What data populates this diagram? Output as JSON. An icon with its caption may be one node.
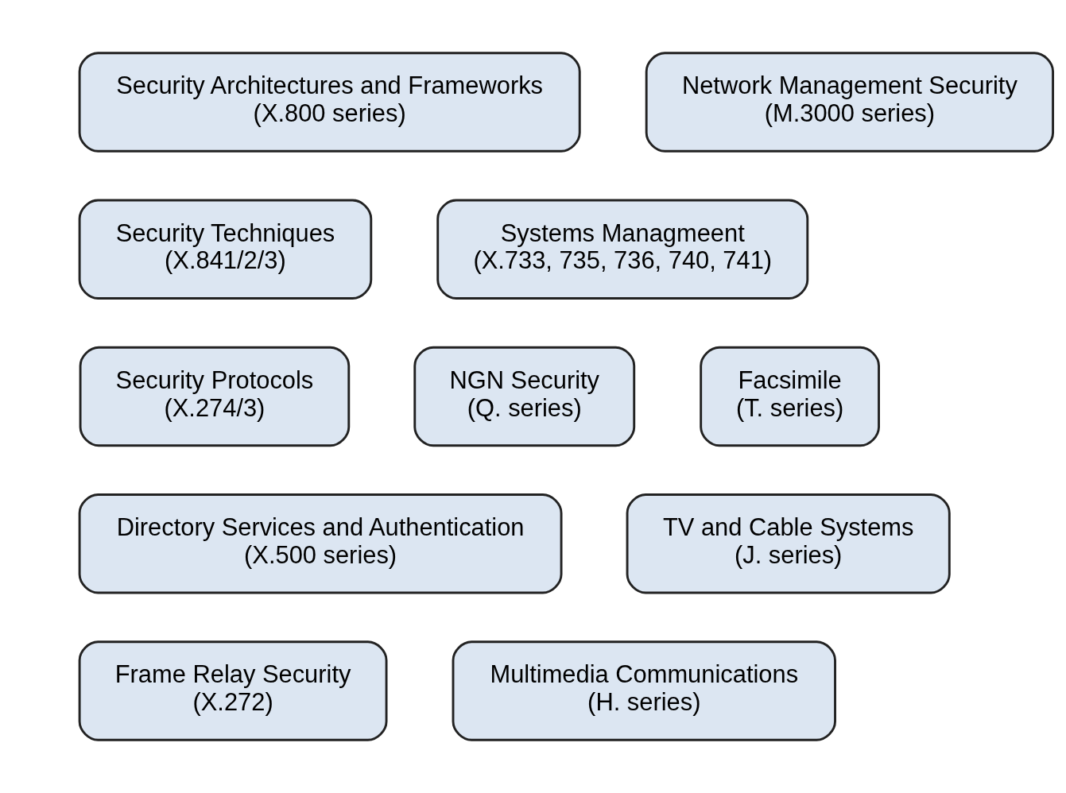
{
  "diagram": {
    "nodes": [
      {
        "text": [
          "Security Architectures and Frameworks",
          "(X.800 series)"
        ]
      },
      {
        "text": [
          "Network Management Security",
          "(M.3000 series)"
        ]
      },
      {
        "text": [
          "Security Techniques",
          "(X.841/2/3)"
        ]
      },
      {
        "text": [
          "Systems Managmeent",
          "(X.733, 735, 736, 740, 741)"
        ]
      },
      {
        "text": [
          "Security Protocols",
          "(X.274/3)"
        ]
      },
      {
        "text": [
          "Facsimile",
          "(T. series)"
        ]
      },
      {
        "text": [
          "NGN Security",
          "(Q. series)"
        ]
      },
      {
        "text": [
          "Directory Services and Authentication",
          "(X.500 series)"
        ]
      },
      {
        "text": [
          "TV and Cable Systems",
          "(J. series)"
        ]
      },
      {
        "text": [
          "Frame Relay Security",
          "(X.272)"
        ]
      },
      {
        "text": [
          "Multimedia Communications",
          "(H. series)"
        ]
      }
    ],
    "edges": []
  }
}
